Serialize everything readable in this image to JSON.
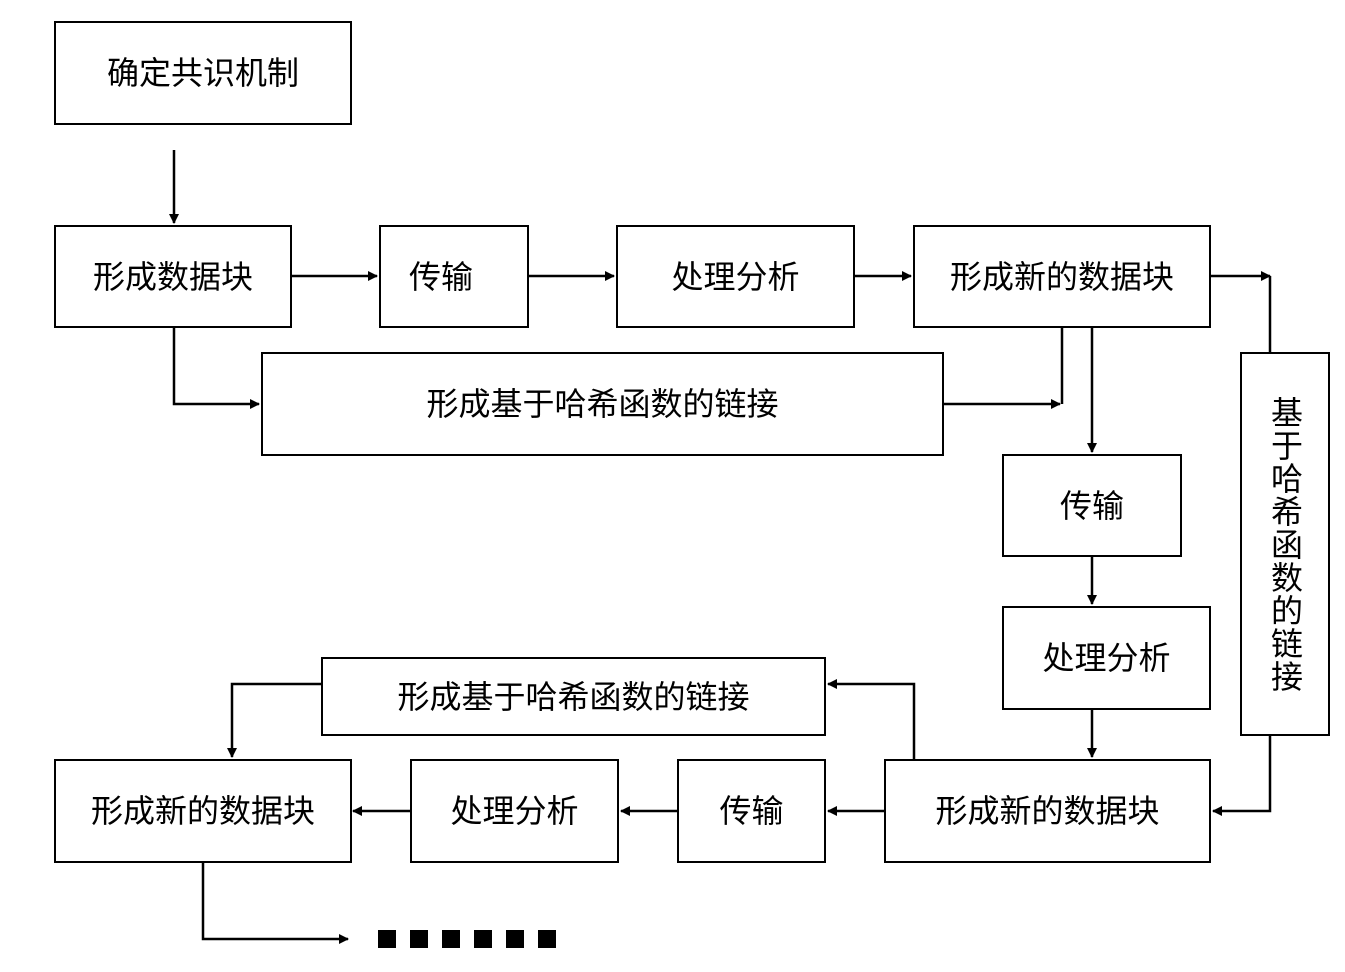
{
  "nodes": {
    "consensus": "确定共识机制",
    "form_block": "形成数据块",
    "transmit_1": "传输",
    "process_1": "处理分析",
    "new_block_1": "形成新的数据块",
    "hash_link_1": "形成基于哈希函数的链接",
    "transmit_2": "传输",
    "process_2": "处理分析",
    "hash_link_side": "基于哈希函数的链接",
    "new_block_2": "形成新的数据块",
    "transmit_3": "传输",
    "process_3": "处理分析",
    "hash_link_2": "形成基于哈希函数的链接",
    "new_block_3": "形成新的数据块"
  },
  "continuation": [
    "■",
    "■",
    "■",
    "■",
    "■",
    "■"
  ]
}
